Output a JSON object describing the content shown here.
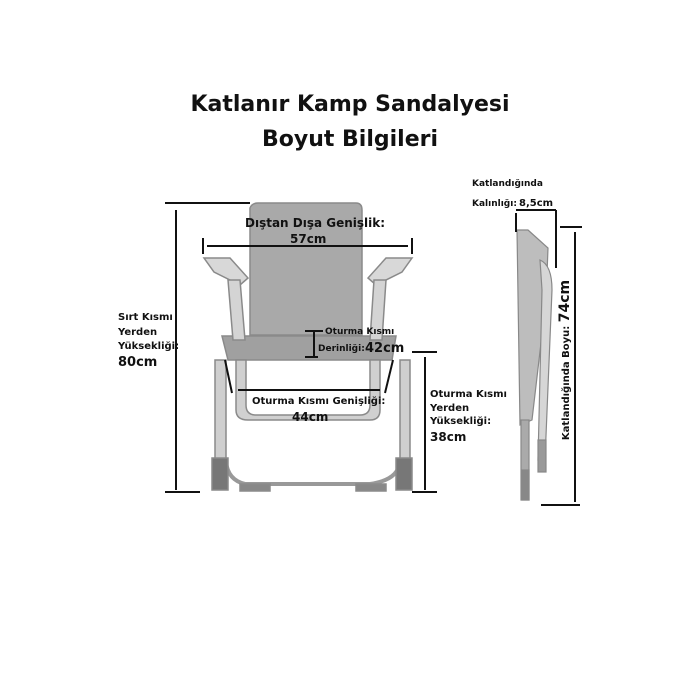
{
  "title": {
    "line1": "Katlanır Kamp Sandalyesi",
    "line2": "Boyut Bilgileri"
  },
  "dimensions": {
    "back_height": {
      "line1": "Sırt Kısmı",
      "line2": "Yerden",
      "line3": "Yüksekliği:",
      "value": "80cm"
    },
    "outer_width": {
      "label": "Dıştan Dışa Genişlik:",
      "value": "57cm"
    },
    "seat_depth": {
      "line1": "Oturma Kısmı",
      "line2": "Derinliği:",
      "value": "42cm"
    },
    "seat_width": {
      "label": "Oturma Kısmı Genişliği:",
      "value": "44cm"
    },
    "seat_height": {
      "line1": "Oturma Kısmı",
      "line2": "Yerden",
      "line3": "Yüksekliği:",
      "value": "38cm"
    },
    "folded_thickness": {
      "line1": "Katlandığında",
      "line2": "Kalınlığı:",
      "value": "8,5cm"
    },
    "folded_length": {
      "label": "Katlandığında Boyu:",
      "value": "74cm"
    }
  },
  "colors": {
    "frame": "#c8c8c8",
    "fabric": "#b0b0b0",
    "lines": "#111111"
  }
}
